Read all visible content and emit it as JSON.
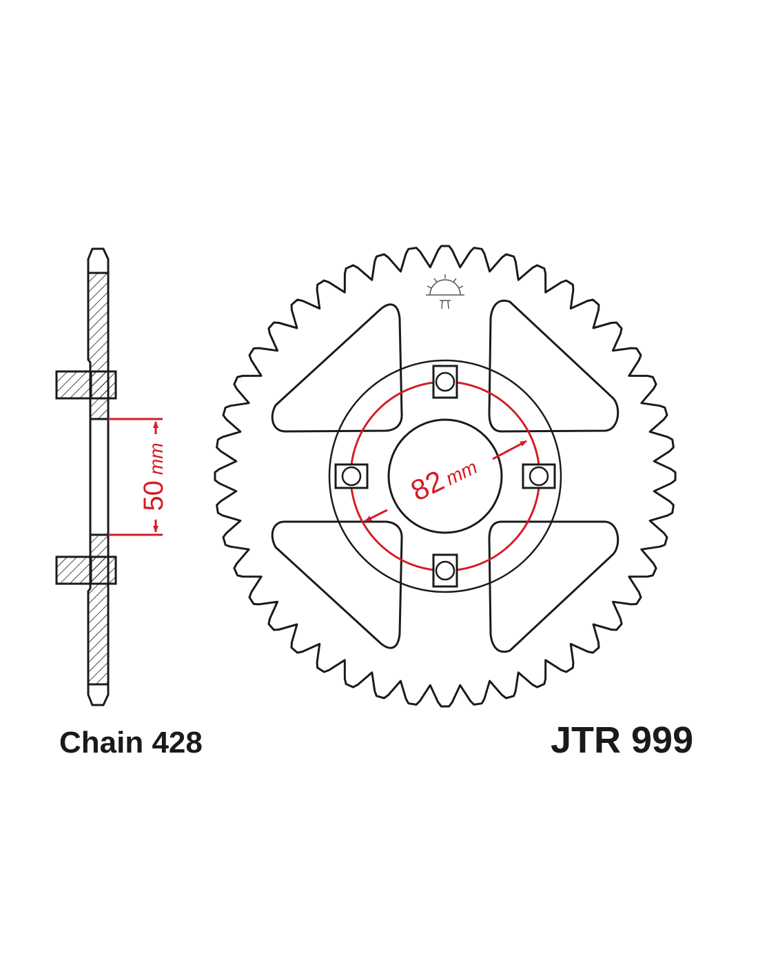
{
  "labels": {
    "chain": "Chain 428",
    "part_number": "JTR 999"
  },
  "dimensions": {
    "offset_value": "50",
    "offset_unit": "mm",
    "bolt_circle_value": "82",
    "bolt_circle_unit": "mm"
  },
  "sprocket": {
    "teeth": 44,
    "bolt_holes": 4
  },
  "colors": {
    "outline": "#1a1a1a",
    "dimension": "#d41c24",
    "background": "#ffffff"
  },
  "icons": {
    "logo": "sunrise-logo-icon"
  }
}
